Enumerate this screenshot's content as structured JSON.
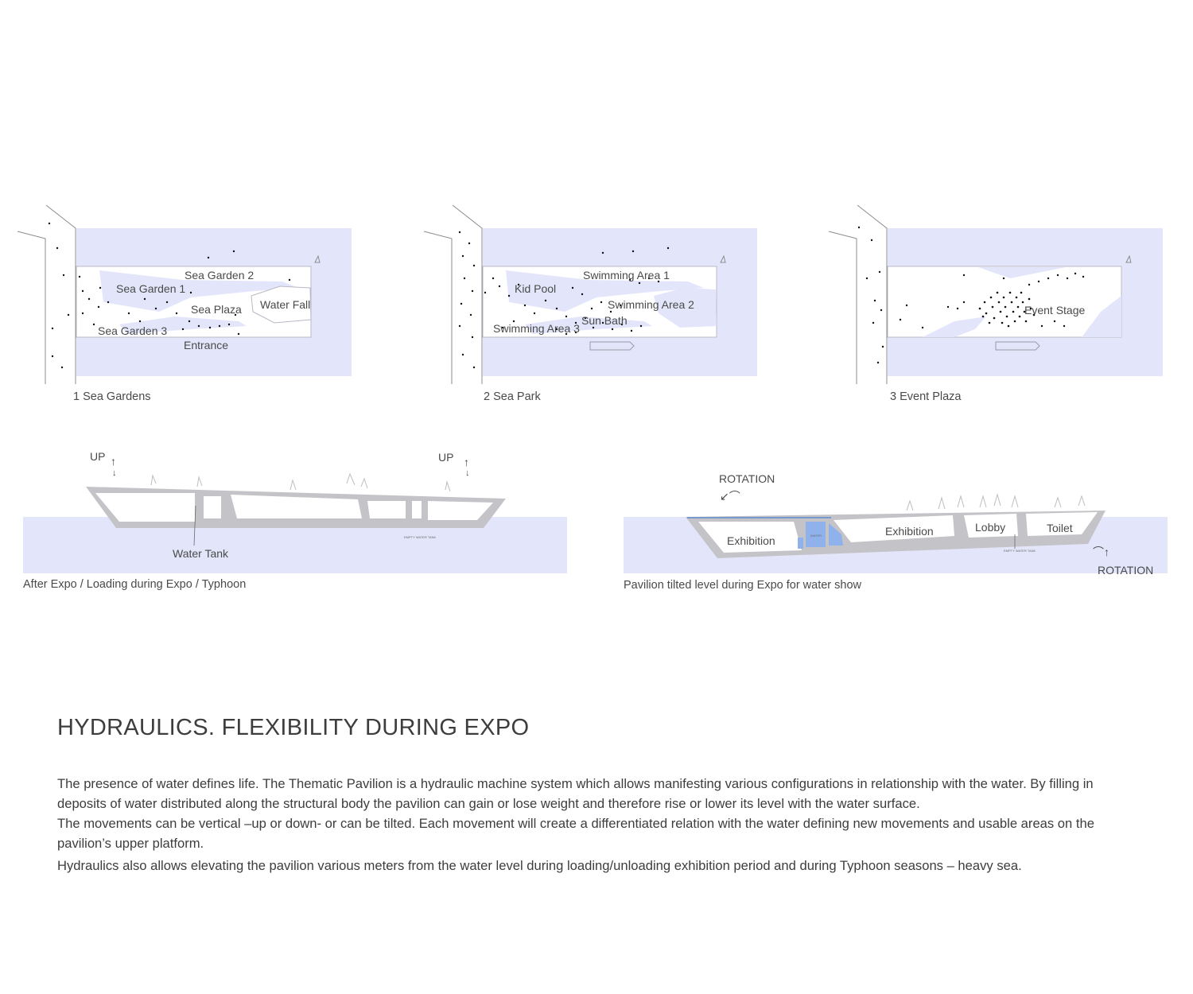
{
  "colors": {
    "sea": "#e3e6fa",
    "water_tank": "#8fb2ec",
    "hull": "#c4c4c8"
  },
  "plans": [
    {
      "caption": "1 Sea Gardens",
      "labels": [
        "Sea Garden 2",
        "Sea Garden 1",
        "Sea Plaza",
        "Water Fall",
        "Sea Garden 3",
        "Entrance"
      ]
    },
    {
      "caption": "2 Sea Park",
      "labels": [
        "Swimming Area 1",
        "Kid Pool",
        "Swimming Area 2",
        "Sun Bath",
        "Swimming Area 3"
      ]
    },
    {
      "caption": "3 Event Plaza",
      "labels": [
        "Event Stage"
      ]
    }
  ],
  "sections": [
    {
      "caption": "After Expo /  Loading during Expo  /  Typhoon",
      "up_left": "UP",
      "up_right": "UP",
      "tank_label": "Water Tank",
      "tiny_label": "EMPTY WATER TANK"
    },
    {
      "caption": "Pavilion tilted level during Expo for water show",
      "rotation_top": "ROTATION",
      "rotation_bottom": "ROTATION",
      "rooms": [
        "Exhibition",
        "Exhibition",
        "Lobby",
        "Toilet"
      ],
      "tank_tiny": "WATER",
      "tiny_label": "EMPTY WATER TANK"
    }
  ],
  "heading": "HYDRAULICS. FLEXIBILITY DURING EXPO",
  "paragraphs": [
    "The presence of water defines life. The Thematic Pavilion is a hydraulic machine system which allows manifesting various configurations in relationship with the water. By filling in deposits of water distributed along the structural body the pavilion can gain or lose weight and therefore rise or lower its level with the water surface.",
    "The movements can be vertical –up or down- or can be tilted. Each movement will create a differentiated relation with the water defining new movements and usable areas on the pavilion’s upper platform.",
    "Hydraulics also allows elevating the pavilion various meters from the water level during loading/unloading exhibition period and during Typhoon seasons – heavy sea."
  ]
}
